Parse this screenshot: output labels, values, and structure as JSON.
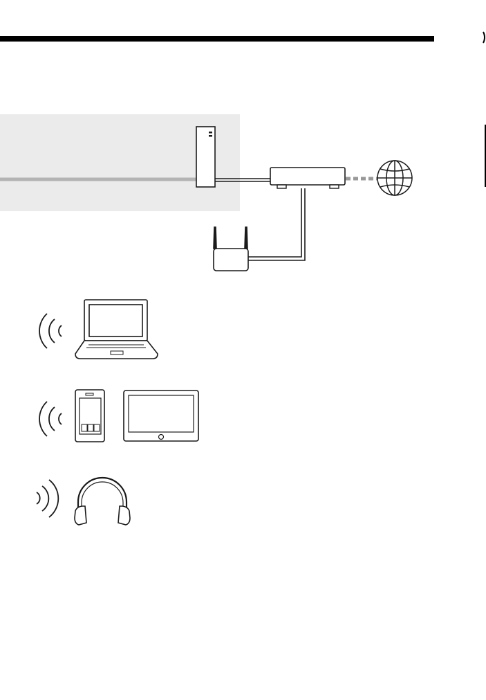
{
  "diagram": {
    "type": "network-connection-illustration",
    "components": [
      {
        "name": "wall-room-area"
      },
      {
        "name": "audio-unit-tower"
      },
      {
        "name": "network-hub"
      },
      {
        "name": "internet-globe-icon"
      },
      {
        "name": "wireless-router"
      },
      {
        "name": "laptop-computer"
      },
      {
        "name": "smartphone"
      },
      {
        "name": "tablet"
      },
      {
        "name": "headphones"
      }
    ],
    "connections": [
      {
        "from": "wall-room-area",
        "to": "audio-unit-tower",
        "style": "gray-cable"
      },
      {
        "from": "audio-unit-tower",
        "to": "network-hub",
        "style": "double-cable"
      },
      {
        "from": "network-hub",
        "to": "internet-globe-icon",
        "style": "dashed-gray"
      },
      {
        "from": "network-hub",
        "to": "wireless-router",
        "style": "double-cable"
      }
    ],
    "wireless_links": [
      "laptop-computer",
      "smartphone",
      "headphones"
    ],
    "colors": {
      "line": "#1a1a1a",
      "room_fill": "#ebebeb",
      "gray_cable": "#b3b3b3",
      "dashed_cable": "#999999",
      "background": "#ffffff"
    }
  }
}
